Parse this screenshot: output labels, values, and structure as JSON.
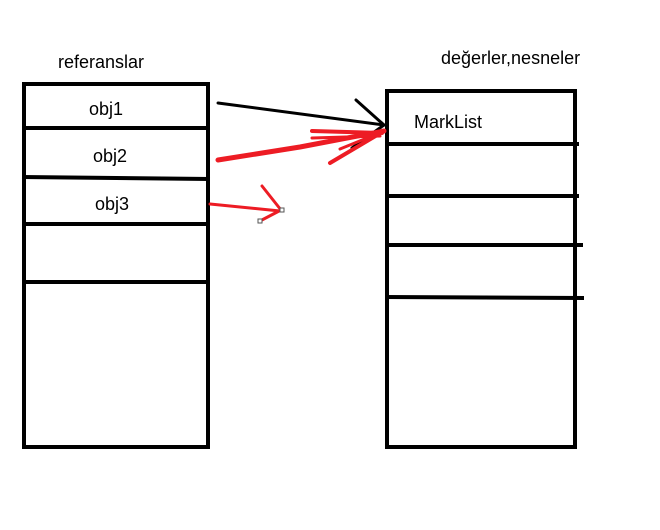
{
  "references": {
    "title": "referanslar",
    "items": [
      "obj1",
      "obj2",
      "obj3"
    ]
  },
  "values": {
    "title": "değerler,nesneler",
    "items": [
      "MarkList"
    ]
  },
  "colors": {
    "line": "#000000",
    "arrow_black": "#000000",
    "arrow_red": "#ed1c24",
    "background": "#ffffff"
  }
}
